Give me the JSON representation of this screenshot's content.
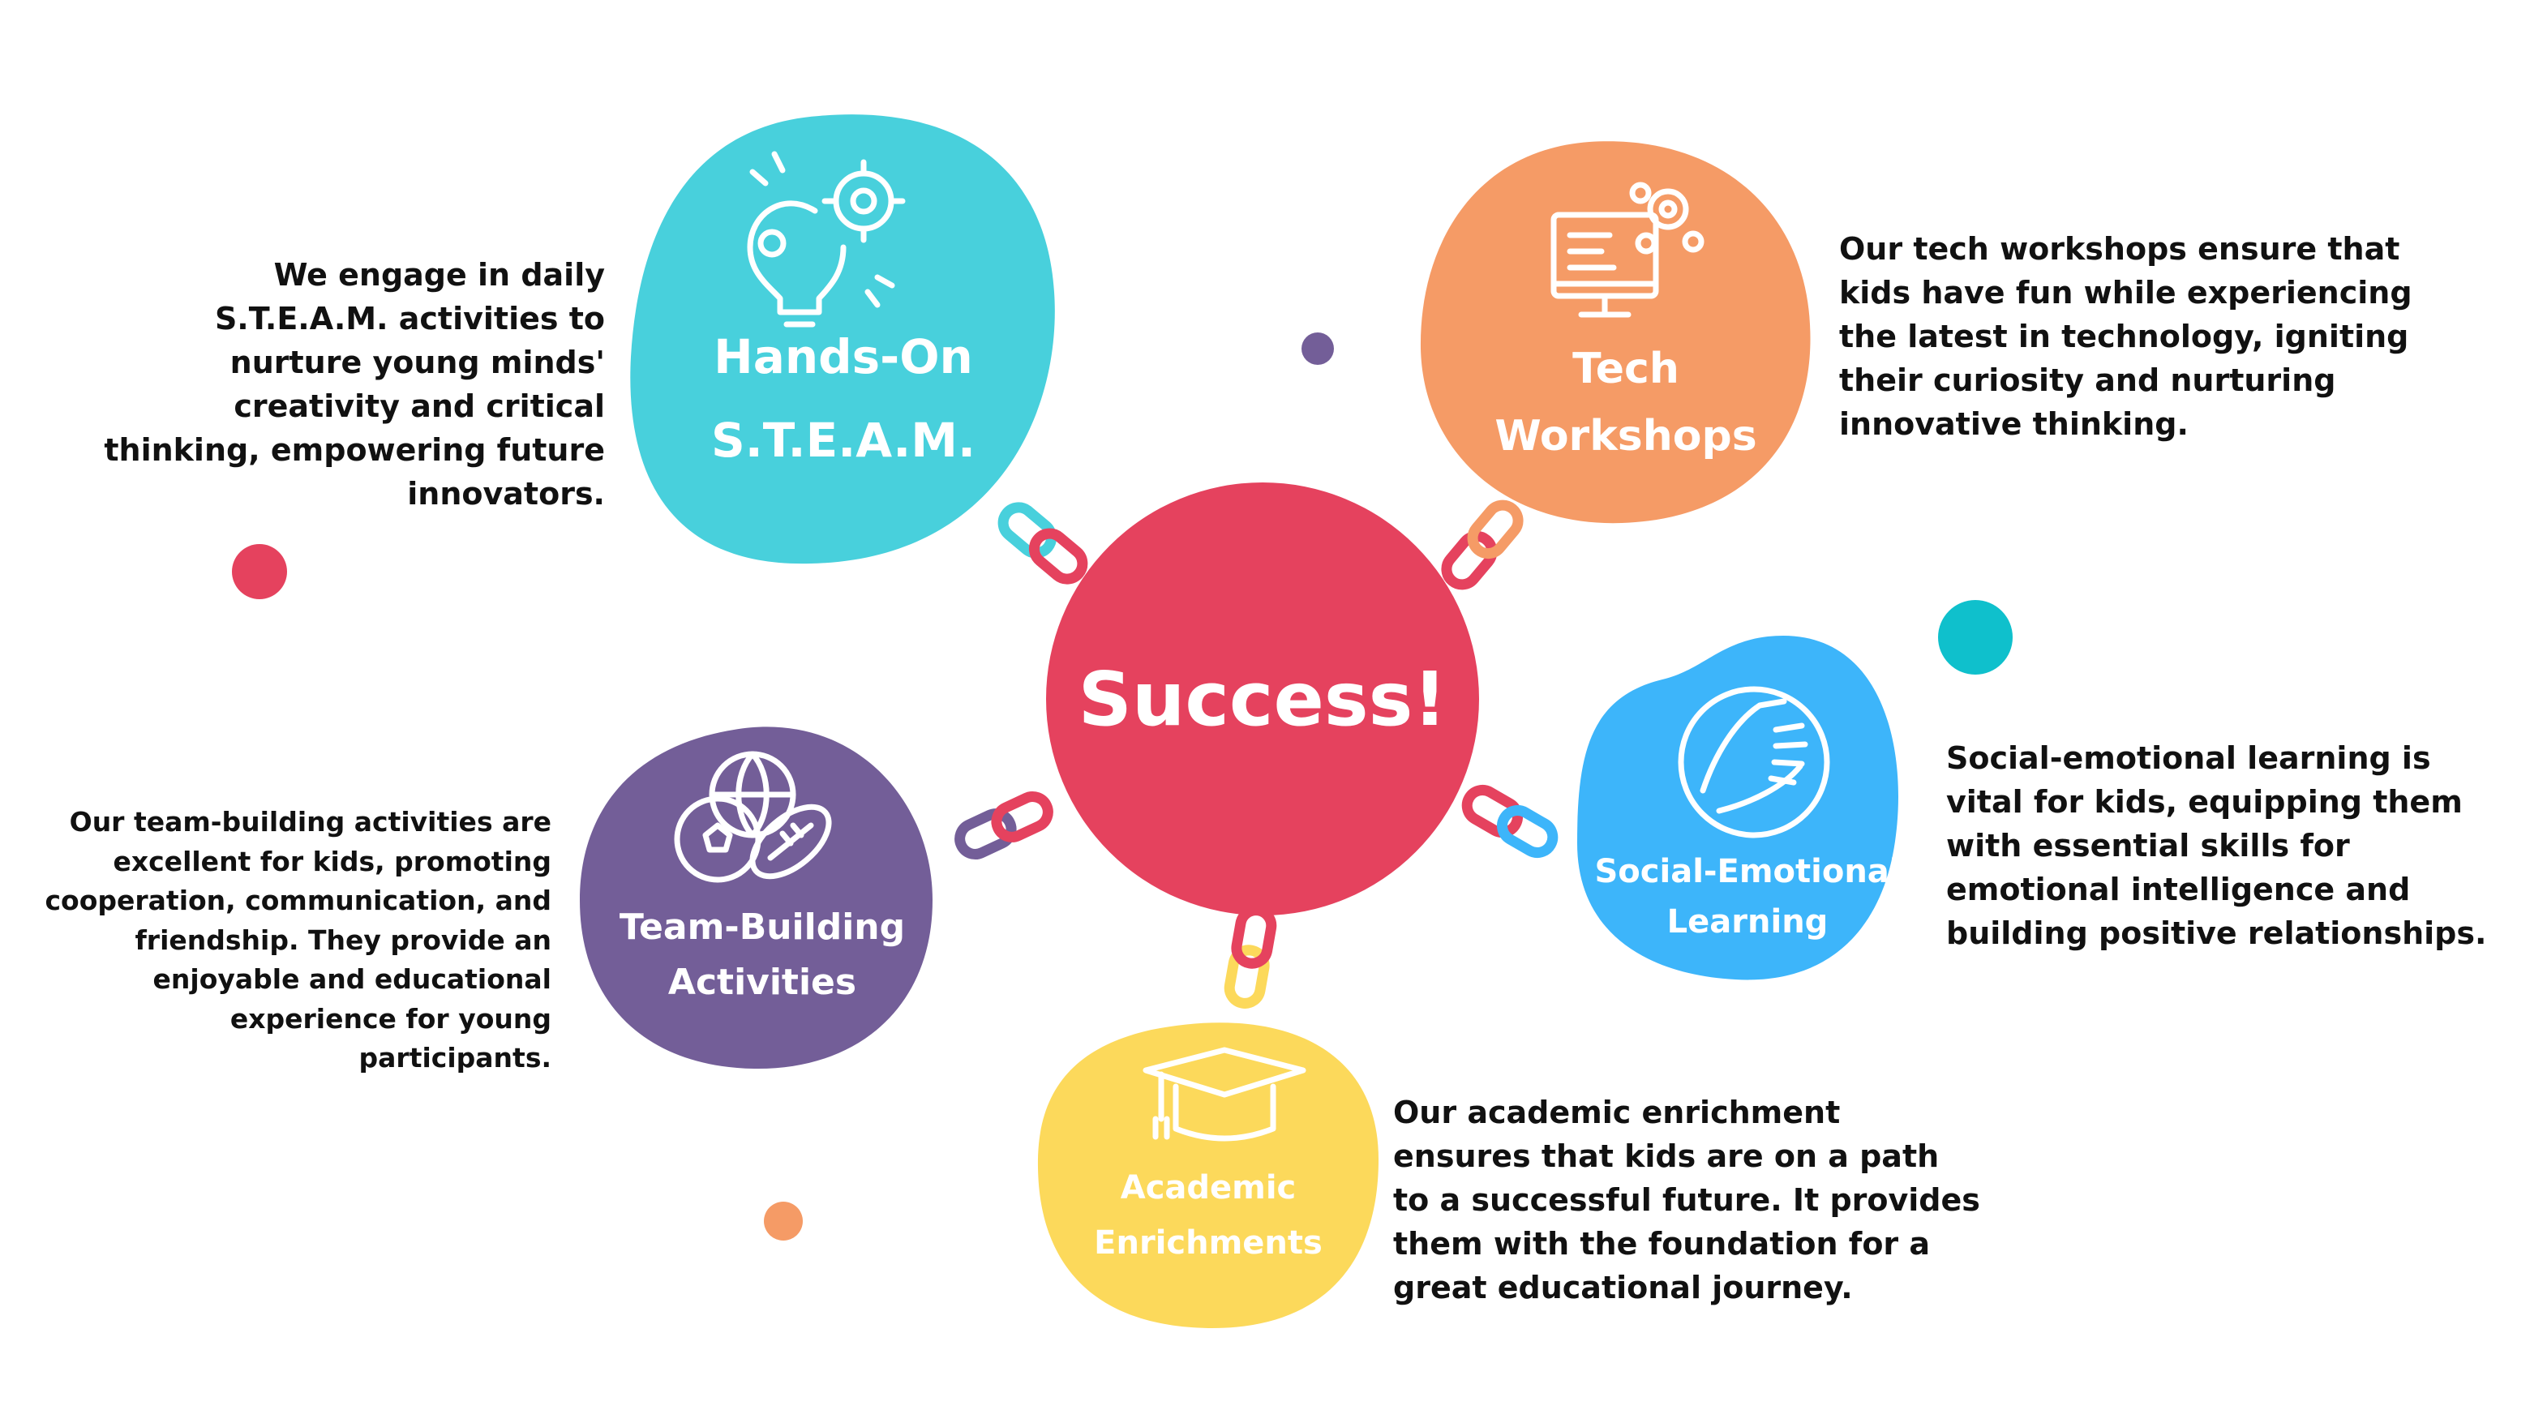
{
  "center": {
    "label": "Success!",
    "color": "#E5425E"
  },
  "nodes": [
    {
      "id": "hands-on-steam",
      "title_lines": [
        "Hands-On",
        "S.T.E.A.M."
      ],
      "color": "#48D0DC",
      "icon": "lightbulb-gears-icon",
      "description": "We engage in daily S.T.E.A.M. activities to nurture young minds' creativity and critical thinking, empowering future innovators."
    },
    {
      "id": "tech-workshops",
      "title_lines": [
        "Tech",
        "Workshops"
      ],
      "color": "#F59B66",
      "icon": "computer-gears-icon",
      "description": "Our tech workshops ensure that kids have fun while experiencing the latest in technology, igniting their curiosity and nurturing innovative thinking."
    },
    {
      "id": "social-emotional-learning",
      "title_lines": [
        "Social-Emotional",
        "Learning"
      ],
      "color": "#3DB5FA",
      "icon": "handshake-icon",
      "description": "Social-emotional learning is vital for kids, equipping them with essential skills for emotional intelligence and building positive relationships."
    },
    {
      "id": "academic-enrichments",
      "title_lines": [
        "Academic",
        "Enrichments"
      ],
      "color": "#FCD95B",
      "icon": "graduation-cap-icon",
      "description": "Our academic enrichment ensures that kids are on a path to a successful future. It provides them with the foundation for a great educational journey."
    },
    {
      "id": "team-building-activities",
      "title_lines": [
        "Team-Building",
        "Activities"
      ],
      "color": "#735E98",
      "icon": "sports-balls-icon",
      "description": "Our team-building activities are excellent for kids, promoting cooperation, communication, and friendship. They provide an enjoyable and educational experience for young participants."
    }
  ],
  "colors": {
    "link_red": "#E5425E",
    "link_teal": "#48D0DC",
    "link_orange": "#F59B66",
    "link_blue": "#3DB5FA",
    "link_yellow": "#FCD95B",
    "link_purple": "#735E98",
    "dot_purple": "#735E98",
    "dot_red": "#E5425E",
    "dot_teal": "#0FC0CC",
    "dot_orange": "#F59B66"
  }
}
